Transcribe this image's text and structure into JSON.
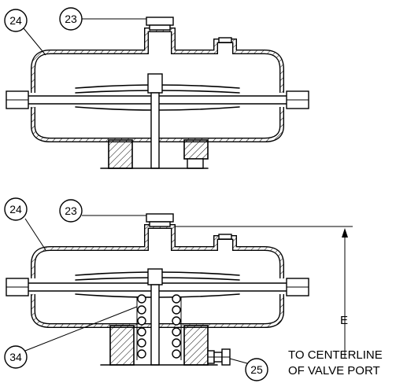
{
  "callouts": {
    "top": {
      "item_24": "24",
      "item_23": "23"
    },
    "bottom": {
      "item_24": "24",
      "item_23": "23",
      "item_34": "34",
      "item_25": "25"
    }
  },
  "dimension": {
    "label": "E"
  },
  "note": {
    "line1": "TO CENTERLINE",
    "line2": "OF VALVE PORT"
  }
}
